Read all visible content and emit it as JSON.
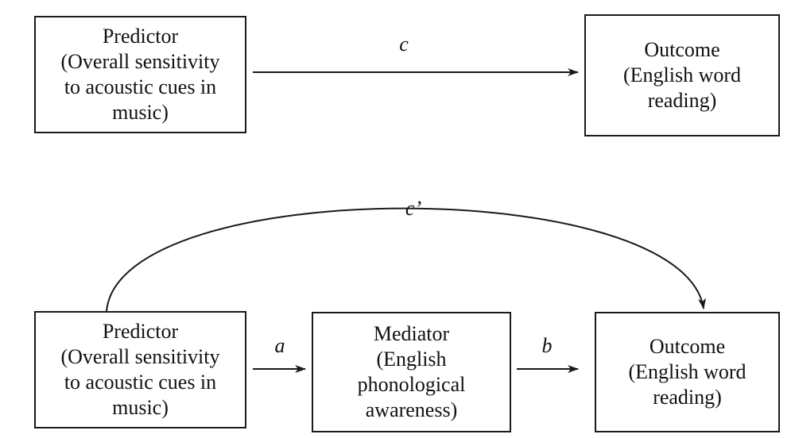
{
  "top_model": {
    "predictor": {
      "lines": [
        "Predictor",
        "(Overall sensitivity",
        "to acoustic cues in",
        "music)"
      ]
    },
    "outcome": {
      "lines": [
        "Outcome",
        "(English word",
        "reading)"
      ]
    },
    "path_c": "c"
  },
  "bottom_model": {
    "predictor": {
      "lines": [
        "Predictor",
        "(Overall sensitivity",
        "to acoustic cues in",
        "music)"
      ]
    },
    "mediator": {
      "lines": [
        "Mediator",
        "(English",
        "phonological",
        "awareness)"
      ]
    },
    "outcome": {
      "lines": [
        "Outcome",
        "(English word",
        "reading)"
      ]
    },
    "path_a": "a",
    "path_b": "b",
    "path_c_prime": "c’"
  }
}
